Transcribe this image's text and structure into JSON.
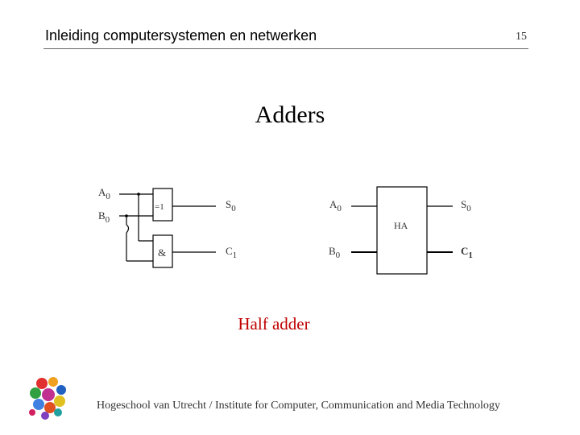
{
  "header": {
    "course_title": "Inleiding computersystemen en netwerken",
    "page_number": "15"
  },
  "slide": {
    "title": "Adders",
    "caption": "Half adder"
  },
  "gate_circuit": {
    "input_a": {
      "name": "A",
      "subscript": "0"
    },
    "input_b": {
      "name": "B",
      "subscript": "0"
    },
    "xor_gate_label": "=1",
    "and_gate_label": "&",
    "output_sum": {
      "name": "S",
      "subscript": "0"
    },
    "output_carry": {
      "name": "C",
      "subscript": "1"
    }
  },
  "block_circuit": {
    "block_label": "HA",
    "input_a": {
      "name": "A",
      "subscript": "0"
    },
    "input_b": {
      "name": "B",
      "subscript": "0"
    },
    "output_sum": {
      "name": "S",
      "subscript": "0"
    },
    "output_carry": {
      "name": "C",
      "subscript": "1"
    }
  },
  "footer": {
    "text": "Hogeschool van Utrecht / Institute for Computer, Communication and Media Technology"
  }
}
